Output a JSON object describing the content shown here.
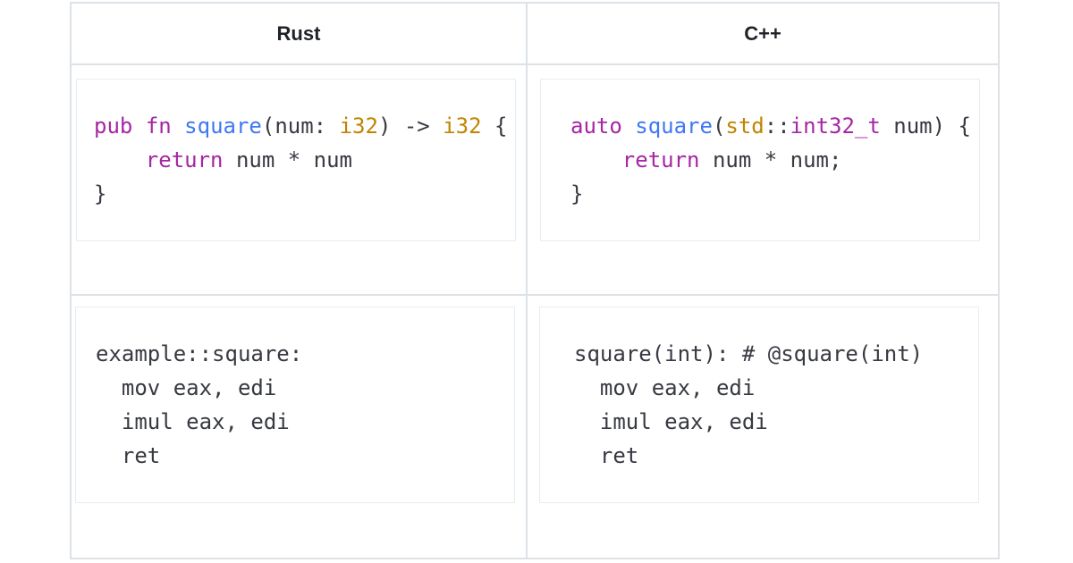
{
  "table": {
    "headers": [
      {
        "label": "Rust"
      },
      {
        "label": "C++"
      }
    ]
  },
  "colors": {
    "kw": "#a626a4",
    "fn": "#4078f2",
    "ty": "#c18401",
    "pl": "#383a42",
    "header_text": "#1f2328",
    "table_border": "#dde2e6",
    "codebox_border": "#e9ecee",
    "background": "#ffffff"
  },
  "code_blocks": {
    "rust_source": {
      "language": "rust",
      "lines": [
        [
          {
            "t": "pub",
            "c": "kw"
          },
          {
            "t": " ",
            "c": "pl"
          },
          {
            "t": "fn",
            "c": "kw"
          },
          {
            "t": " ",
            "c": "pl"
          },
          {
            "t": "square",
            "c": "fn"
          },
          {
            "t": "(num: ",
            "c": "pl"
          },
          {
            "t": "i32",
            "c": "ty"
          },
          {
            "t": ") -> ",
            "c": "pl"
          },
          {
            "t": "i32",
            "c": "ty"
          },
          {
            "t": " {",
            "c": "pl"
          }
        ],
        [
          {
            "t": "    ",
            "c": "pl"
          },
          {
            "t": "return",
            "c": "kw"
          },
          {
            "t": " num * num",
            "c": "pl"
          }
        ],
        [
          {
            "t": "}",
            "c": "pl"
          }
        ]
      ]
    },
    "cpp_source": {
      "language": "cpp",
      "lines": [
        [
          {
            "t": "auto",
            "c": "kw"
          },
          {
            "t": " ",
            "c": "pl"
          },
          {
            "t": "square",
            "c": "fn"
          },
          {
            "t": "(",
            "c": "pl"
          },
          {
            "t": "std",
            "c": "ty"
          },
          {
            "t": "::",
            "c": "pl"
          },
          {
            "t": "int32_t",
            "c": "kw"
          },
          {
            "t": " num) {",
            "c": "pl"
          }
        ],
        [
          {
            "t": "    ",
            "c": "pl"
          },
          {
            "t": "return",
            "c": "kw"
          },
          {
            "t": " num * num;",
            "c": "pl"
          }
        ],
        [
          {
            "t": "}",
            "c": "pl"
          }
        ]
      ]
    },
    "rust_assembly": {
      "language": "asm",
      "lines": [
        [
          {
            "t": "example::square:",
            "c": "pl"
          }
        ],
        [
          {
            "t": "  mov eax, edi",
            "c": "pl"
          }
        ],
        [
          {
            "t": "  imul eax, edi",
            "c": "pl"
          }
        ],
        [
          {
            "t": "  ret",
            "c": "pl"
          }
        ]
      ]
    },
    "cpp_assembly": {
      "language": "asm",
      "lines": [
        [
          {
            "t": "square(int): # @square(int)",
            "c": "pl"
          }
        ],
        [
          {
            "t": "  mov eax, edi",
            "c": "pl"
          }
        ],
        [
          {
            "t": "  imul eax, edi",
            "c": "pl"
          }
        ],
        [
          {
            "t": "  ret",
            "c": "pl"
          }
        ]
      ]
    }
  }
}
